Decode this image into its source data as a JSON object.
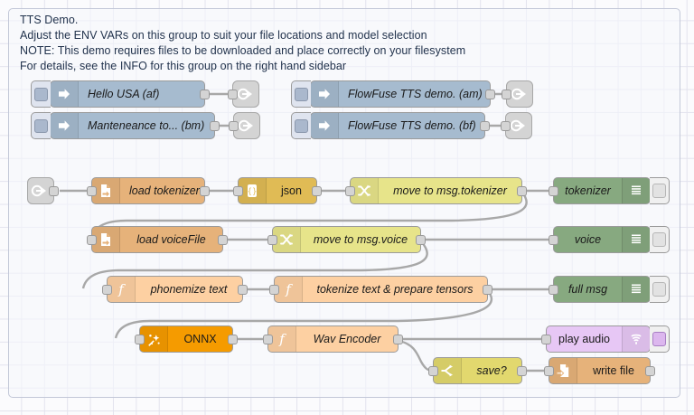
{
  "editor": {
    "name": "node-red-flow-canvas",
    "grid_color": "#e3e3ee"
  },
  "group": {
    "note_lines": [
      "TTS Demo.",
      "Adjust the ENV VARs on this group to suit your file locations and model selection",
      "NOTE: This demo requires files to be downloaded and place correctly on your filesystem",
      "For details, see the INFO for this group on the right hand sidebar"
    ],
    "note_text": "TTS Demo.\nAdjust the ENV VARs on this group to suit your file locations and model selection\nNOTE: This demo requires files to be downloaded and place correctly on your filesystem\nFor details, see the INFO for this group on the right hand sidebar"
  },
  "nodes": {
    "inject_hello_usa": {
      "label": "Hello USA (af)",
      "type": "inject",
      "icon": "inject-arrow-icon",
      "color": "#a6bbcf"
    },
    "inject_maintenance": {
      "label": "Manteneance to... (bm)",
      "type": "inject",
      "icon": "inject-arrow-icon",
      "color": "#a6bbcf"
    },
    "inject_ff_am": {
      "label": "FlowFuse TTS demo. (am)",
      "type": "inject",
      "icon": "inject-arrow-icon",
      "color": "#a6bbcf"
    },
    "inject_ff_bf": {
      "label": "FlowFuse TTS demo. (bf)",
      "type": "inject",
      "icon": "inject-arrow-icon",
      "color": "#a6bbcf"
    },
    "link_out_1": {
      "label": "",
      "type": "link-out",
      "icon": "link-out-icon",
      "color": "#d4d4d4"
    },
    "link_out_2": {
      "label": "",
      "type": "link-out",
      "icon": "link-out-icon",
      "color": "#d4d4d4"
    },
    "link_out_3": {
      "label": "",
      "type": "link-out",
      "icon": "link-out-icon",
      "color": "#d4d4d4"
    },
    "link_out_4": {
      "label": "",
      "type": "link-out",
      "icon": "link-out-icon",
      "color": "#d4d4d4"
    },
    "link_in_1": {
      "label": "",
      "type": "link-in",
      "icon": "link-in-icon",
      "color": "#d4d4d4"
    },
    "load_tokenizer": {
      "label": "load tokenizer",
      "type": "file-in",
      "icon": "file-in-icon",
      "color": "#e6b27a"
    },
    "json": {
      "label": "json",
      "type": "json",
      "icon": "json-braces-icon",
      "color": "#e0bb55"
    },
    "move_tokenizer": {
      "label": "move to msg.tokenizer",
      "type": "change",
      "icon": "shuffle-icon",
      "color": "#e7e48a"
    },
    "debug_tokenizer": {
      "label": "tokenizer",
      "type": "debug",
      "icon": "debug-lines-icon",
      "color": "#87a980"
    },
    "load_voicefile": {
      "label": "load voiceFile",
      "type": "file-in",
      "icon": "file-in-icon",
      "color": "#e6b27a"
    },
    "move_voice": {
      "label": "move to msg.voice",
      "type": "change",
      "icon": "shuffle-icon",
      "color": "#e7e48a"
    },
    "debug_voice": {
      "label": "voice",
      "type": "debug",
      "icon": "debug-lines-icon",
      "color": "#87a980"
    },
    "phonemize_text": {
      "label": "phonemize text",
      "type": "function",
      "icon": "function-f-icon",
      "color": "#fdd0a2"
    },
    "tokenize_tensors": {
      "label": "tokenize text & prepare tensors",
      "type": "function",
      "icon": "function-f-icon",
      "color": "#fdd0a2"
    },
    "debug_full_msg": {
      "label": "full msg",
      "type": "debug",
      "icon": "debug-lines-icon",
      "color": "#87a980"
    },
    "onnx": {
      "label": "ONNX",
      "type": "onnx",
      "icon": "magic-wand-icon",
      "color": "#f59b00"
    },
    "wav_encoder": {
      "label": "Wav Encoder",
      "type": "function",
      "icon": "function-f-icon",
      "color": "#fdd0a2"
    },
    "play_audio": {
      "label": "play audio",
      "type": "audio-out",
      "icon": "speaker-waves-icon",
      "color": "#e7c7f5"
    },
    "save_switch": {
      "label": "save?",
      "type": "switch",
      "icon": "switch-branch-icon",
      "color": "#e2d86e"
    },
    "write_file": {
      "label": "write file",
      "type": "file-out",
      "icon": "file-out-icon",
      "color": "#e6b27a"
    }
  }
}
